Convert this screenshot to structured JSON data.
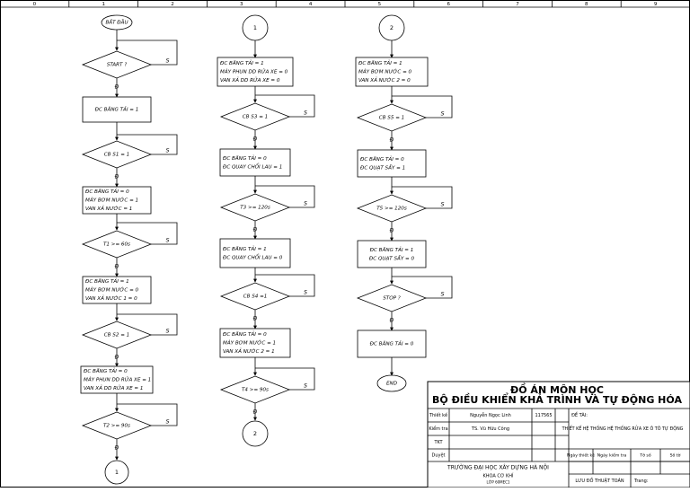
{
  "ruler": [
    "0",
    "1",
    "2",
    "3",
    "4",
    "5",
    "6",
    "7",
    "8",
    "9"
  ],
  "yes": "Đ",
  "no": "S",
  "col1": {
    "start": "BẮT ĐẦU",
    "d_start": "START ?",
    "b1": [
      "ĐC BĂNG TẢI = 1"
    ],
    "d_s1": "CB S1 = 1",
    "b2": [
      "ĐC BĂNG TẢI = 0",
      "MÁY BƠM NƯỚC = 1",
      "VAN XẢ NƯỚC = 1"
    ],
    "d_t1": "T1 >= 60s",
    "b3": [
      "ĐC BĂNG TẢI = 1",
      "MÁY BƠM NƯỚC = 0",
      "VAN XẢ NƯỚC 1 = 0"
    ],
    "d_s2": "CB S2 = 1",
    "b4": [
      "ĐC BĂNG TẢI = 0",
      "MÁY PHUN DD RỬA XE = 1",
      "VAN XẢ DD RỬA XE = 1"
    ],
    "d_t2": "T2 >= 90s",
    "conn": "1"
  },
  "col2": {
    "conn_in": "1",
    "b1": [
      "ĐC BĂNG TẢI = 1",
      "MÁY PHUN DD RỬA XE = 0",
      "VAN XẢ DD RỬA XE = 0"
    ],
    "d_s3": "CB S3 = 1",
    "b2": [
      "ĐC BĂNG TẢI = 0",
      "ĐC QUAY CHỔI LAU = 1"
    ],
    "d_t3": "T3 >= 120s",
    "b3": [
      "ĐC BĂNG TẢI = 1",
      "ĐC QUAY CHỔI LAU = 0"
    ],
    "d_s4": "CB S4 =1",
    "b4": [
      "ĐC BĂNG TẢI = 0",
      "MÁY BƠM NƯỚC = 1",
      "VAN XẢ NƯỚC 2 = 1"
    ],
    "d_t4": "T4 >= 90s",
    "conn_out": "2"
  },
  "col3": {
    "conn_in": "2",
    "b1": [
      "ĐC BĂNG TẢI = 1",
      "MÁY BƠM NƯỚC = 0",
      "VAN XẢ NƯỚC 2 = 0"
    ],
    "d_s5": "CB S5 = 1",
    "b2": [
      "ĐC BĂNG TẢI = 0",
      "ĐC QUẠT SẤY = 1"
    ],
    "d_t5": "T5 >= 120s",
    "b3": [
      "ĐC BĂNG TẢI = 1",
      "ĐC QUẠT SẤY = 0"
    ],
    "d_stop": "STOP ?",
    "b4": [
      "ĐC BĂNG TẢI = 0"
    ],
    "end": "END"
  },
  "title_block": {
    "title1": "ĐỒ ÁN MÔN HỌC",
    "title2": "BỘ ĐIỀU KHIỂN KHẢ TRÌNH VÀ TỰ ĐỘNG HÓA",
    "r1_label": "Thiết kế",
    "r1_name": "Nguyễn Ngọc Linh",
    "r1_id": "117565",
    "topic_label": "ĐỀ TÀI:",
    "r2_label": "Kiểm tra",
    "r2_name": "TS. Vũ Hữu Công",
    "topic": "THIẾT KẾ HỆ THỐNG HỆ THỐNG RỬA XE Ô TÔ TỰ ĐỘNG",
    "r3_label": "TKT",
    "r4_label": "Duyệt",
    "h_date_design": "Ngày thiết kế",
    "h_date_check": "Ngày kiểm tra",
    "h_sheet_no": "Tờ số",
    "h_sheets": "Số tờ",
    "school": "TRƯỜNG ĐẠI HỌC XÂY DỰNG HÀ NỘI",
    "faculty": "KHOA CƠ KHÍ",
    "class": "LỚP 60MEC1",
    "drawing": "LƯU ĐỒ THUẬT TOÁN",
    "page_label": "Trang:"
  }
}
